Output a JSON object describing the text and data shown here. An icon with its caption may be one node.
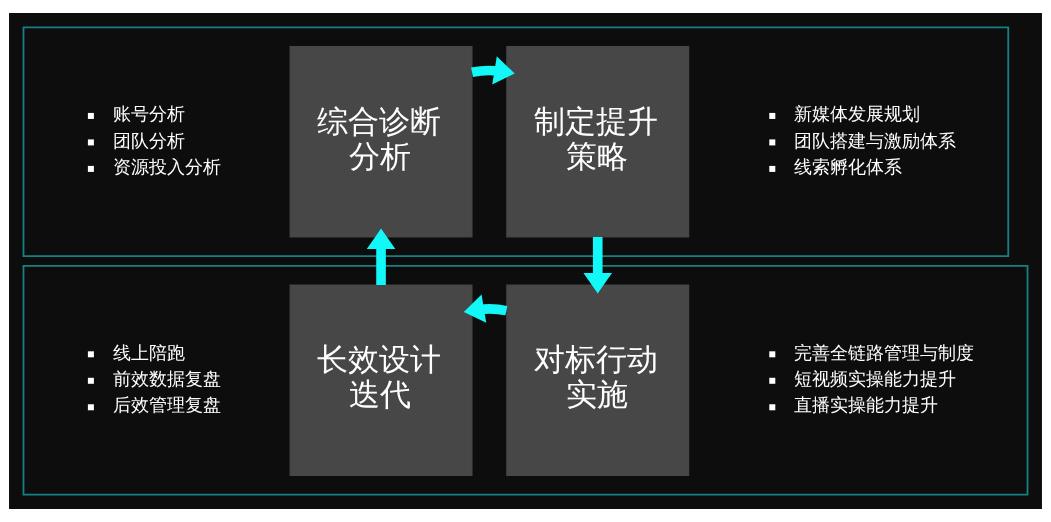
{
  "diagram": {
    "nodes": [
      {
        "text": [],
        "shape": "box"
      },
      {
        "text": [
          "综合诊断分析"
        ],
        "in": 0,
        "beside": [
          "账号分析",
          "团队分析",
          "资源投入分析"
        ]
      },
      {
        "text": [
          "制定提升策略"
        ],
        "in": 0,
        "beside": [
          "新媒体发展规划",
          "团队搭建与激励体系",
          "线索孵化体系"
        ]
      },
      {
        "text": [],
        "shape": "box"
      },
      {
        "text": [
          "长效设计迭代"
        ],
        "in": 3,
        "beside": [
          "线上陪跑",
          "前效数据复盘",
          "后效管理复盘"
        ]
      },
      {
        "text": [
          "对标行动实施"
        ],
        "in": 3,
        "beside": [
          "完善全链路管理与制度",
          "短视频实操能力提升",
          "直播实操能力提升"
        ]
      }
    ],
    "edges": [
      {
        "from": 1,
        "to": 2,
        "arrow": "to"
      },
      {
        "from": 2,
        "to": 5,
        "arrow": "to"
      },
      {
        "from": 5,
        "to": 4,
        "arrow": "to"
      },
      {
        "from": 4,
        "to": 1,
        "arrow": "to"
      }
    ]
  }
}
